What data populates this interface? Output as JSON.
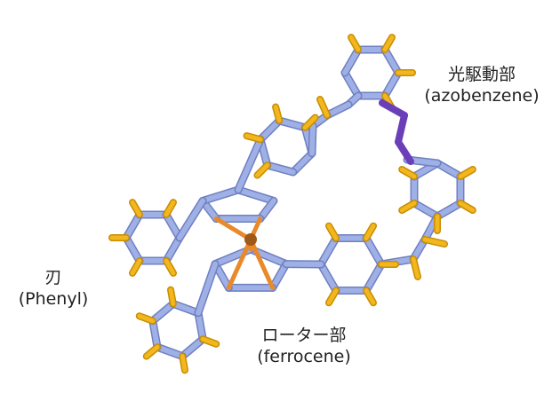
{
  "labels": {
    "photo_drive_unit": {
      "jp": "光駆動部",
      "en": "(azobenzene)"
    },
    "blade": {
      "jp": "刃",
      "en": "(Phenyl)"
    },
    "rotor": {
      "jp": "ローター部",
      "en": "(ferrocene)"
    }
  },
  "colors": {
    "bond": "#9fb0e6",
    "bond_edge": "#6f80c0",
    "hydrogen": "#f2b61f",
    "hydrogen_edge": "#c98d00",
    "azo": "#6a3fb8",
    "iron": "#e8892a",
    "text": "#222222"
  }
}
